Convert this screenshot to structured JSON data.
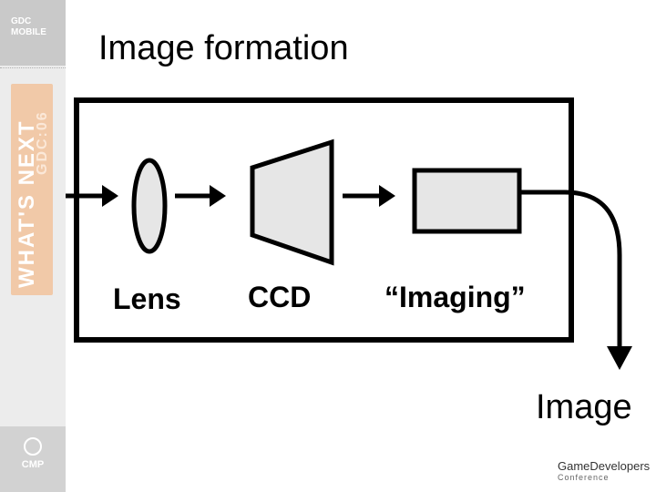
{
  "slide": {
    "title": "Image formation"
  },
  "sidebar": {
    "header_line1": "GDC",
    "header_line2": "MOBILE",
    "vertical_main": "WHAT'S NEXT",
    "vertical_sub": "GDC:06",
    "footer_label": "CMP"
  },
  "diagram": {
    "labels": {
      "lens": "Lens",
      "ccd": "CCD",
      "imaging": "“Imaging”",
      "output": "Image"
    }
  },
  "footer_logo": {
    "name": "GameDevelopers",
    "sub": "Conference"
  },
  "colors": {
    "shape_fill": "#e6e6e6",
    "stroke": "#000000",
    "sidebar_band": "#f1c9a8"
  }
}
